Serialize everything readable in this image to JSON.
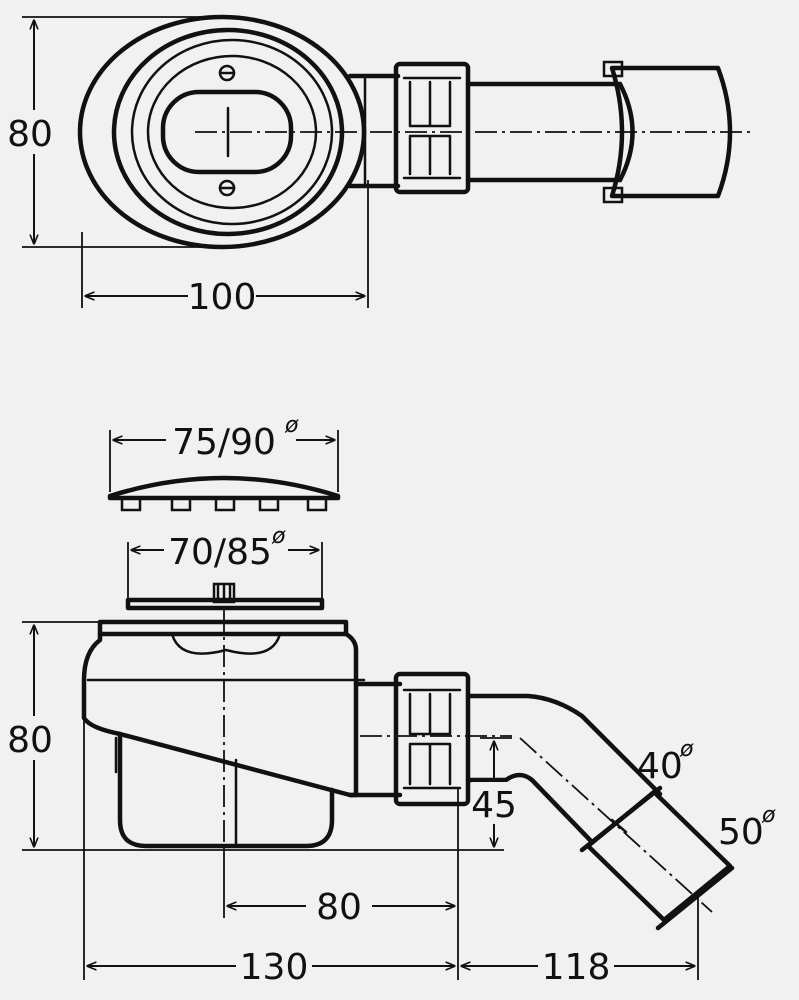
{
  "dimensions": {
    "top_height": "80",
    "top_width": "100",
    "cover_outer": "75/90",
    "grate_outer": "70/85",
    "side_height": "80",
    "outlet_height": "45",
    "axis_to_outlet": "80",
    "base_width": "130",
    "outlet_reach": "118",
    "outlet_inner": "40",
    "outlet_outer": "50",
    "diameter_symbol": "ø"
  }
}
